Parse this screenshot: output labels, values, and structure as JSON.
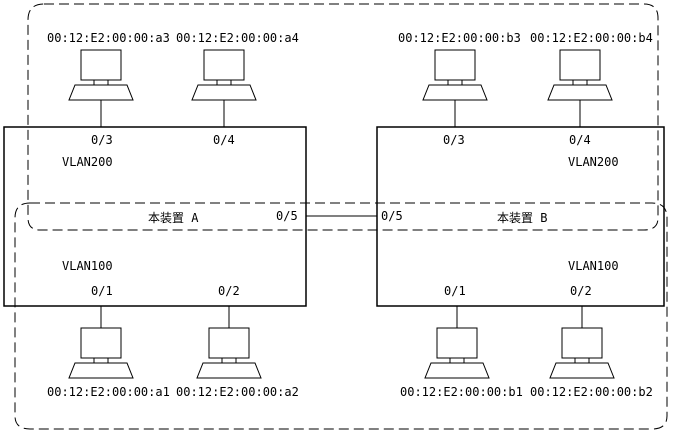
{
  "switch_a": {
    "label": "本装置 A",
    "vlan_upper": "VLAN200",
    "vlan_lower": "VLAN100",
    "port_3": "0/3",
    "port_4": "0/4",
    "port_5": "0/5",
    "port_1": "0/1",
    "port_2": "0/2"
  },
  "switch_b": {
    "label": "本装置 B",
    "vlan_upper": "VLAN200",
    "vlan_lower": "VLAN100",
    "port_3": "0/3",
    "port_4": "0/4",
    "port_5": "0/5",
    "port_1": "0/1",
    "port_2": "0/2"
  },
  "hosts": {
    "a3": "00:12:E2:00:00:a3",
    "a4": "00:12:E2:00:00:a4",
    "b3": "00:12:E2:00:00:b3",
    "b4": "00:12:E2:00:00:b4",
    "a1": "00:12:E2:00:00:a1",
    "a2": "00:12:E2:00:00:a2",
    "b1": "00:12:E2:00:00:b1",
    "b2": "00:12:E2:00:00:b2"
  },
  "icons": {
    "terminal": "computer-terminal-icon",
    "switch": "network-switch"
  }
}
